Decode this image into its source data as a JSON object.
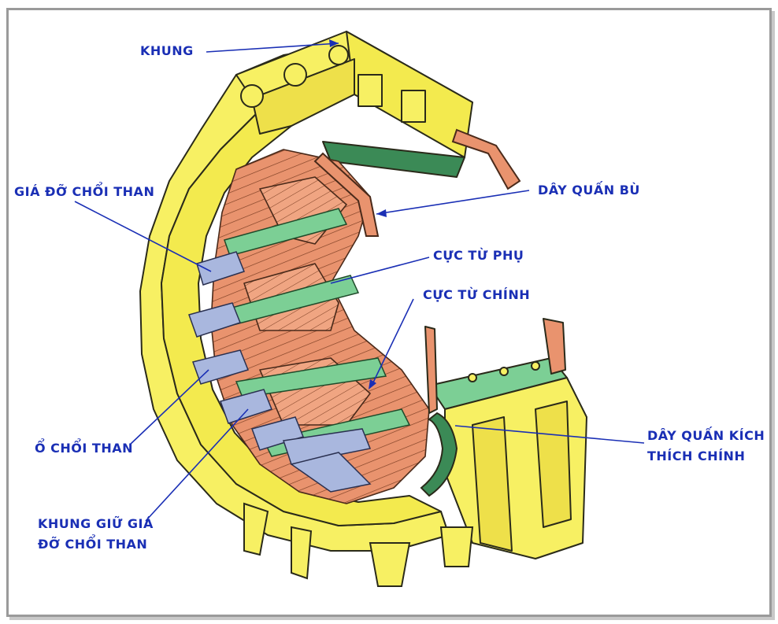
{
  "colors": {
    "frame_yellow": "#f7f063",
    "copper": "#e9936e",
    "pole_green": "#7ccf95",
    "brush_blue": "#a9b7de",
    "outline": "#2a2a1a",
    "label_blue": "#1a2fb5",
    "leader_line": "#1a2fb5"
  },
  "labels": {
    "khung": "KHUNG",
    "gia_do_choi_than": "GIÁ ĐỠ CHỔI THAN",
    "day_quan_bu": "DÂY QUẤN BÙ",
    "cuc_tu_phu": "CỰC TỪ PHỤ",
    "cuc_tu_chinh": "CỰC TỪ CHÍNH",
    "o_choi_than": "Ổ CHỔI THAN",
    "khung_giu_line1": "KHUNG GIỮ GIÁ",
    "khung_giu_line2": "ĐỠ CHỔI THAN",
    "day_quan_kich_line1": "DÂY QUẤN KÍCH",
    "day_quan_kich_line2": "THÍCH CHÍNH"
  }
}
